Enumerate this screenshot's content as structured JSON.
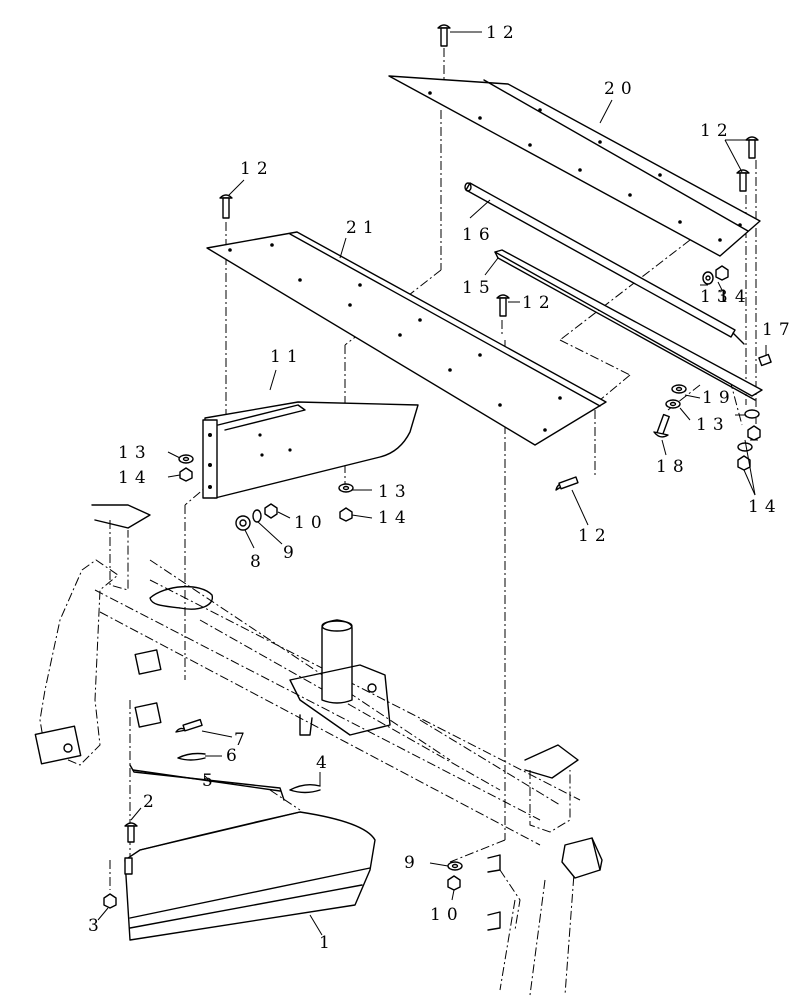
{
  "callouts": {
    "c12a": "12",
    "c20": "20",
    "c12b": "12",
    "c12c": "12",
    "c21": "21",
    "c16": "16",
    "c15": "15",
    "c12d": "12",
    "c13a": "13",
    "c14a": "14",
    "c17": "17",
    "c11": "11",
    "c19": "19",
    "c13b": "13",
    "c18": "18",
    "c13c": "13",
    "c14b": "14",
    "c14c": "14",
    "c14d": "14",
    "c10a": "10",
    "c8": "8",
    "c9a": "9",
    "c12e": "12",
    "c7": "7",
    "c6": "6",
    "c4": "4",
    "c5": "5",
    "c2": "2",
    "c9b": "9",
    "c10b": "10",
    "c3": "3",
    "c1": "1"
  }
}
